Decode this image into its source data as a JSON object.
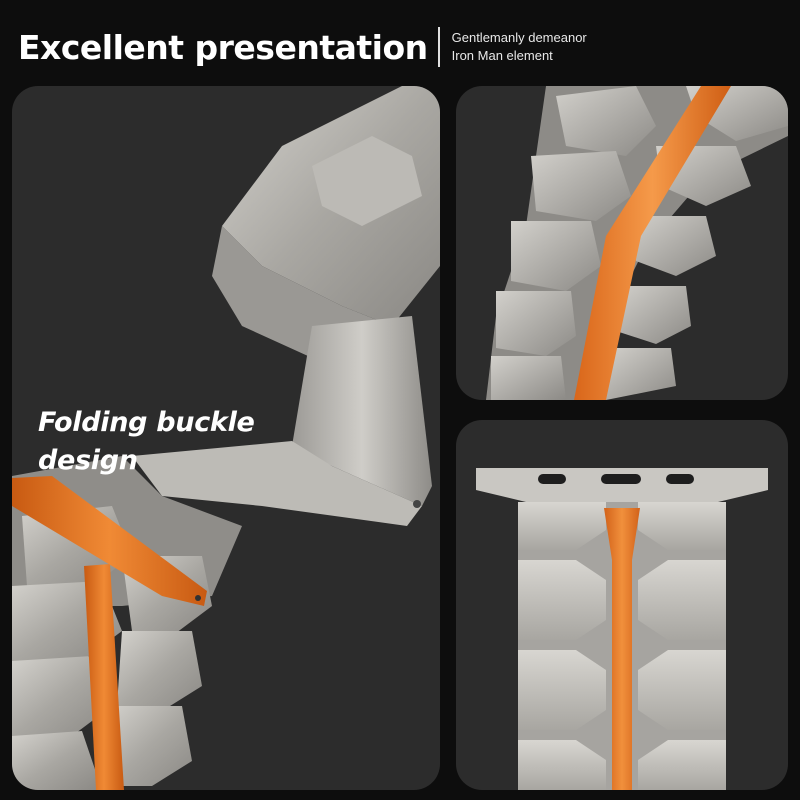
{
  "header": {
    "title": "Excellent presentation",
    "subtitle_line1": "Gentlemanly demeanor",
    "subtitle_line2": "Iron Man element"
  },
  "left_panel": {
    "caption_line1": "Folding buckle",
    "caption_line2": "design",
    "image": "folding-buckle-photo"
  },
  "top_right_panel": {
    "image": "curved-band-links-photo"
  },
  "bottom_right_panel": {
    "image": "band-connector-photo"
  },
  "colors": {
    "background": "#0d0d0d",
    "panel": "#2c2c2c",
    "titanium": "#b4b2ad",
    "accent_orange": "#e9731f"
  }
}
